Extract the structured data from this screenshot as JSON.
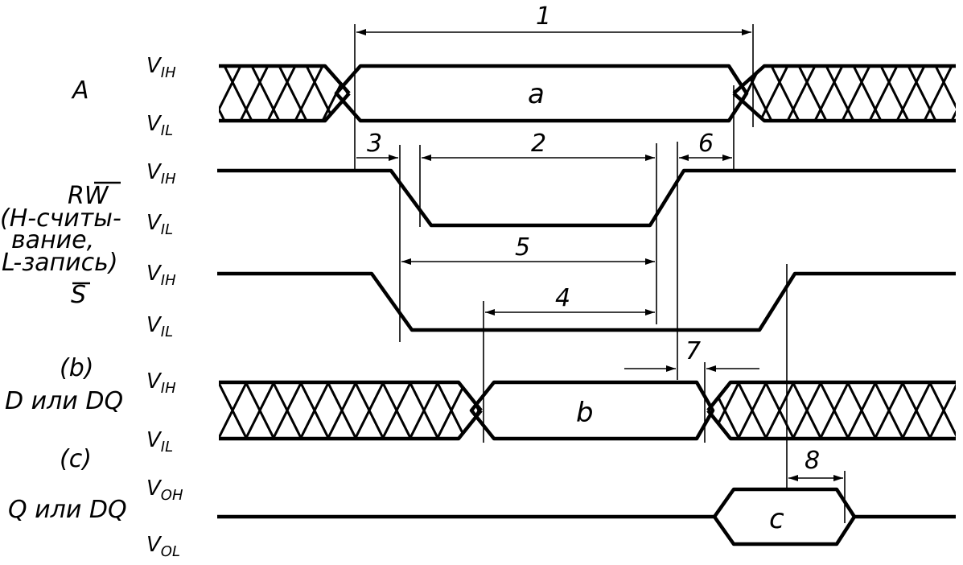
{
  "signals": {
    "a": "A",
    "rw_1": "RW",
    "rw_2": "(Н-считы-",
    "rw_3": "вание,",
    "rw_4": "L-запись)",
    "s": "S",
    "d_1": "(b)",
    "d_2": "D или DQ",
    "q_1": "(c)",
    "q_2": "Q или DQ"
  },
  "levels": {
    "v": "V",
    "ih": "IH",
    "il": "IL",
    "oh": "OH",
    "ol": "OL"
  },
  "intervals": [
    "1",
    "2",
    "3",
    "4",
    "5",
    "6",
    "7",
    "8"
  ],
  "data_windows": {
    "a": "a",
    "b": "b",
    "c": "c"
  }
}
